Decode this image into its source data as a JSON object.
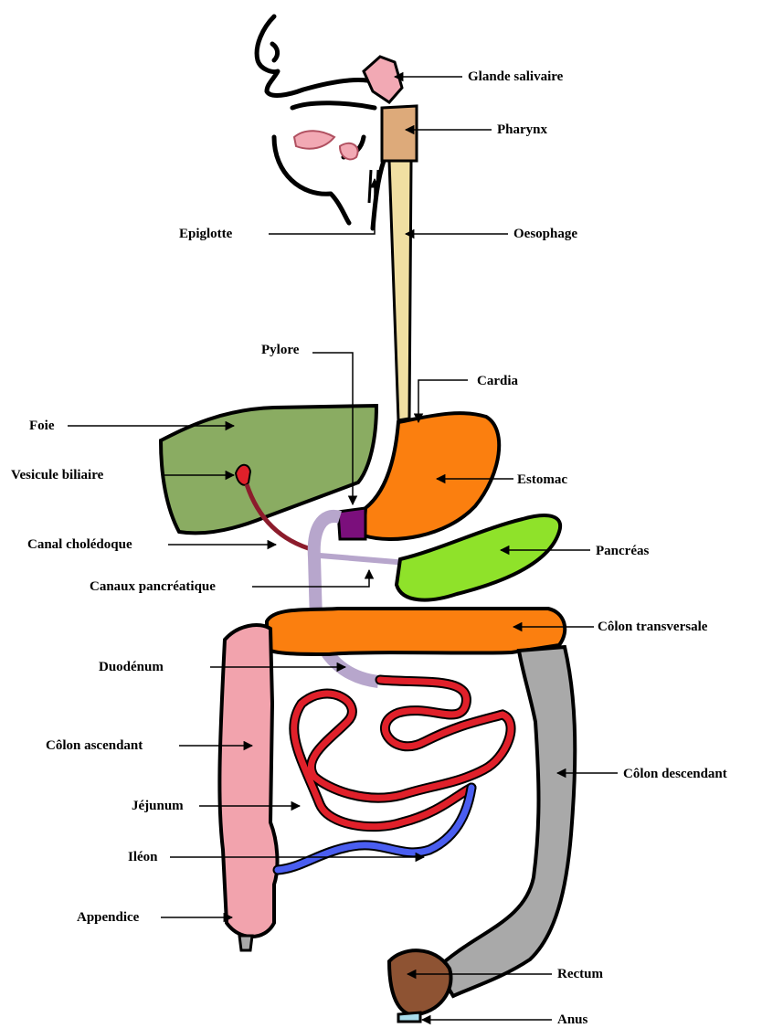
{
  "colors": {
    "salivary_gland": "#f2a9b4",
    "pharynx": "#ddaa7a",
    "esophagus": "#f0dfa2",
    "liver": "#8aac62",
    "stomach": "#fb7f0f",
    "pylorus": "#7b0f7c",
    "duodenum": "#b7a6cc",
    "pancreas": "#8fe22a",
    "colon_transverse": "#fb7f0f",
    "colon_ascending": "#f2a3ad",
    "colon_descending": "#a9a9a9",
    "rectum": "#8e5333",
    "anus": "#a8dcec",
    "jejunum": "#e0202a",
    "ileum": "#4a5ef0",
    "bile_duct": "#8c1c2c",
    "tongue": "#f2a9b4"
  },
  "labels": {
    "glande_salivaire": "Glande salivaire",
    "pharynx": "Pharynx",
    "epiglotte": "Epiglotte",
    "oesophage": "Oesophage",
    "pylore": "Pylore",
    "cardia": "Cardia",
    "foie": "Foie",
    "vesicule_biliaire": "Vesicule biliaire",
    "estomac": "Estomac",
    "canal_choledoque": "Canal cholédoque",
    "pancreas": "Pancréas",
    "canaux_pancreatique": "Canaux pancréatique",
    "colon_transversale": "Côlon transversale",
    "duodenum": "Duodénum",
    "colon_ascendant": "Côlon ascendant",
    "colon_descendant": "Côlon descendant",
    "jejunum": "Jéjunum",
    "ileon": "Iléon",
    "appendice": "Appendice",
    "rectum": "Rectum",
    "anus": "Anus"
  }
}
